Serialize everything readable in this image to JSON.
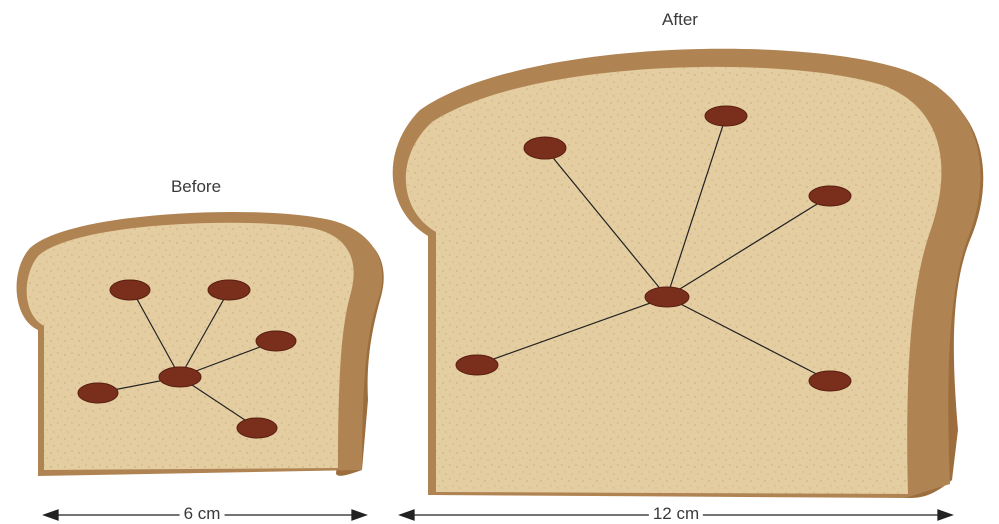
{
  "before": {
    "title": "Before",
    "width_label": "6 cm"
  },
  "after": {
    "title": "After",
    "width_label": "12 cm"
  },
  "colors": {
    "crust": "#a87a4a",
    "crust_dark": "#8c6238",
    "crumb": "#e6d2a6",
    "crumb_light": "#eedfbd",
    "raisin": "#7a2e1c",
    "raisin_dark": "#5a1e10",
    "line": "#222222",
    "text": "#3a3a3a"
  }
}
